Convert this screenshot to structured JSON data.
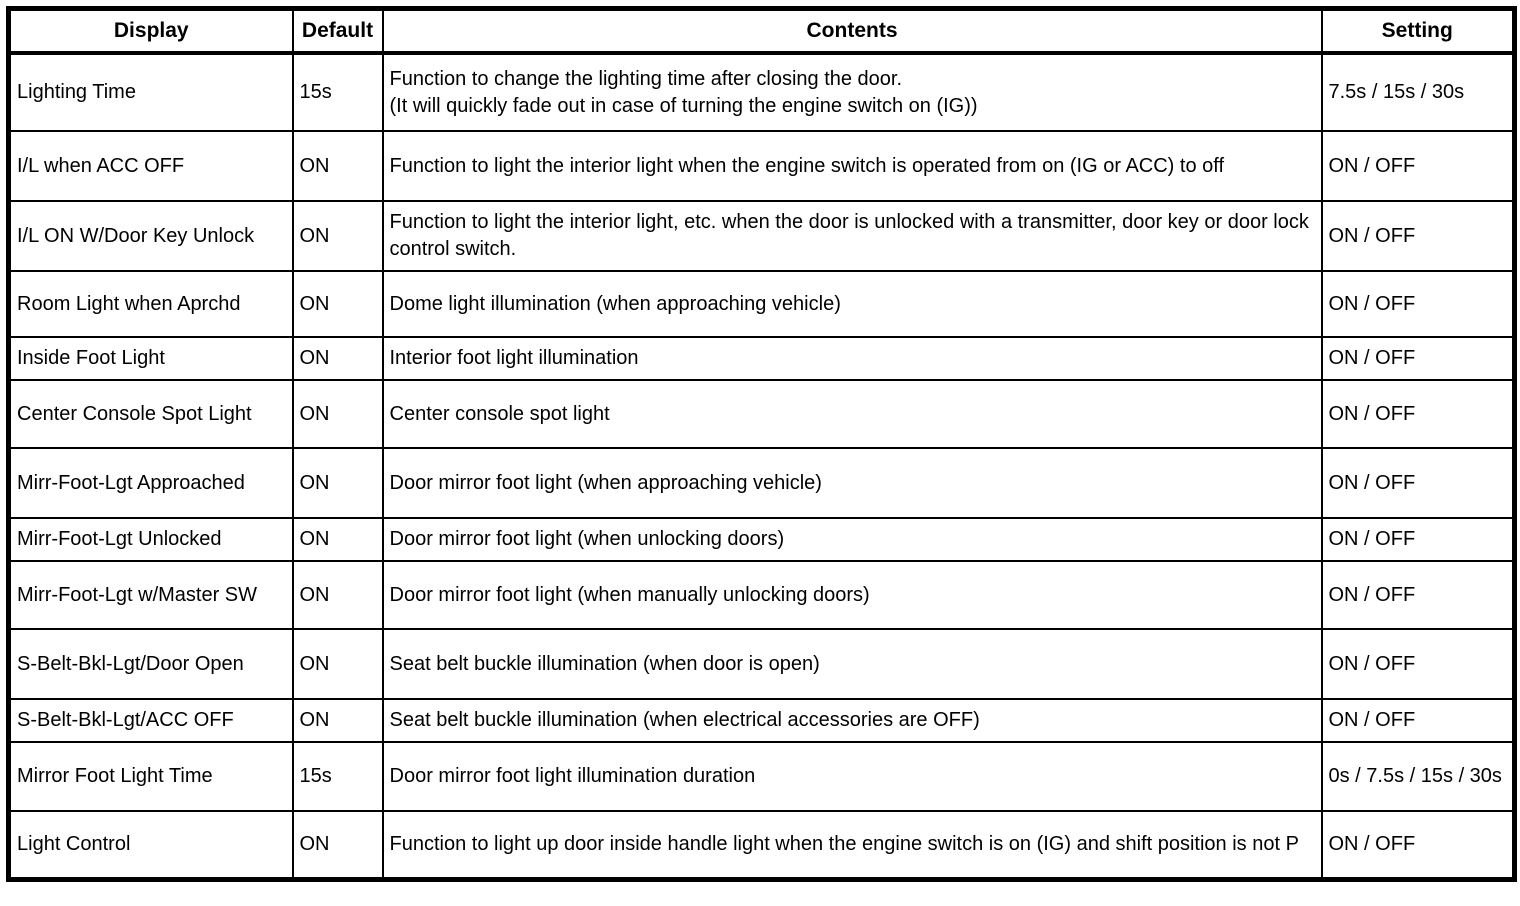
{
  "colors": {
    "border": "#000000",
    "text": "#000000",
    "background": "#ffffff"
  },
  "table": {
    "headers": {
      "display": "Display",
      "default": "Default",
      "contents": "Contents",
      "setting": "Setting"
    },
    "rows": [
      {
        "display": "Lighting Time",
        "default": "15s",
        "contents": "Function to change the lighting time after closing the door.\n(It will quickly fade out in case of turning the engine switch on (IG))",
        "setting": "7.5s / 15s / 30s"
      },
      {
        "display": "I/L when ACC OFF",
        "default": "ON",
        "contents": "Function to light the interior light when the engine switch is operated from on (IG or ACC) to off",
        "setting": "ON / OFF"
      },
      {
        "display": "I/L ON W/Door Key Unlock",
        "default": "ON",
        "contents": "Function to light the interior light, etc. when the door is unlocked with a transmitter, door key or door lock control switch.",
        "setting": "ON / OFF"
      },
      {
        "display": "Room Light when Aprchd",
        "default": "ON",
        "contents": "Dome light illumination (when approaching vehicle)",
        "setting": "ON / OFF"
      },
      {
        "display": "Inside Foot Light",
        "default": "ON",
        "contents": "Interior foot light illumination",
        "setting": "ON / OFF"
      },
      {
        "display": "Center Console Spot Light",
        "default": "ON",
        "contents": "Center console spot light",
        "setting": "ON / OFF"
      },
      {
        "display": "Mirr-Foot-Lgt Approached",
        "default": "ON",
        "contents": "Door mirror foot light (when approaching vehicle)",
        "setting": "ON / OFF"
      },
      {
        "display": "Mirr-Foot-Lgt Unlocked",
        "default": "ON",
        "contents": "Door mirror foot light (when unlocking doors)",
        "setting": "ON / OFF"
      },
      {
        "display": "Mirr-Foot-Lgt w/Master SW",
        "default": "ON",
        "contents": "Door mirror foot light (when manually unlocking doors)",
        "setting": "ON / OFF"
      },
      {
        "display": "S-Belt-Bkl-Lgt/Door Open",
        "default": "ON",
        "contents": "Seat belt buckle illumination (when door is open)",
        "setting": "ON / OFF"
      },
      {
        "display": "S-Belt-Bkl-Lgt/ACC OFF",
        "default": "ON",
        "contents": "Seat belt buckle illumination (when electrical accessories are OFF)",
        "setting": "ON / OFF"
      },
      {
        "display": "Mirror Foot Light Time",
        "default": "15s",
        "contents": "Door mirror foot light illumination duration",
        "setting": "0s / 7.5s / 15s / 30s"
      },
      {
        "display": "Light Control",
        "default": "ON",
        "contents": "Function to light up door inside handle light when the engine switch is on (IG) and shift position is not P",
        "setting": "ON / OFF"
      }
    ]
  }
}
